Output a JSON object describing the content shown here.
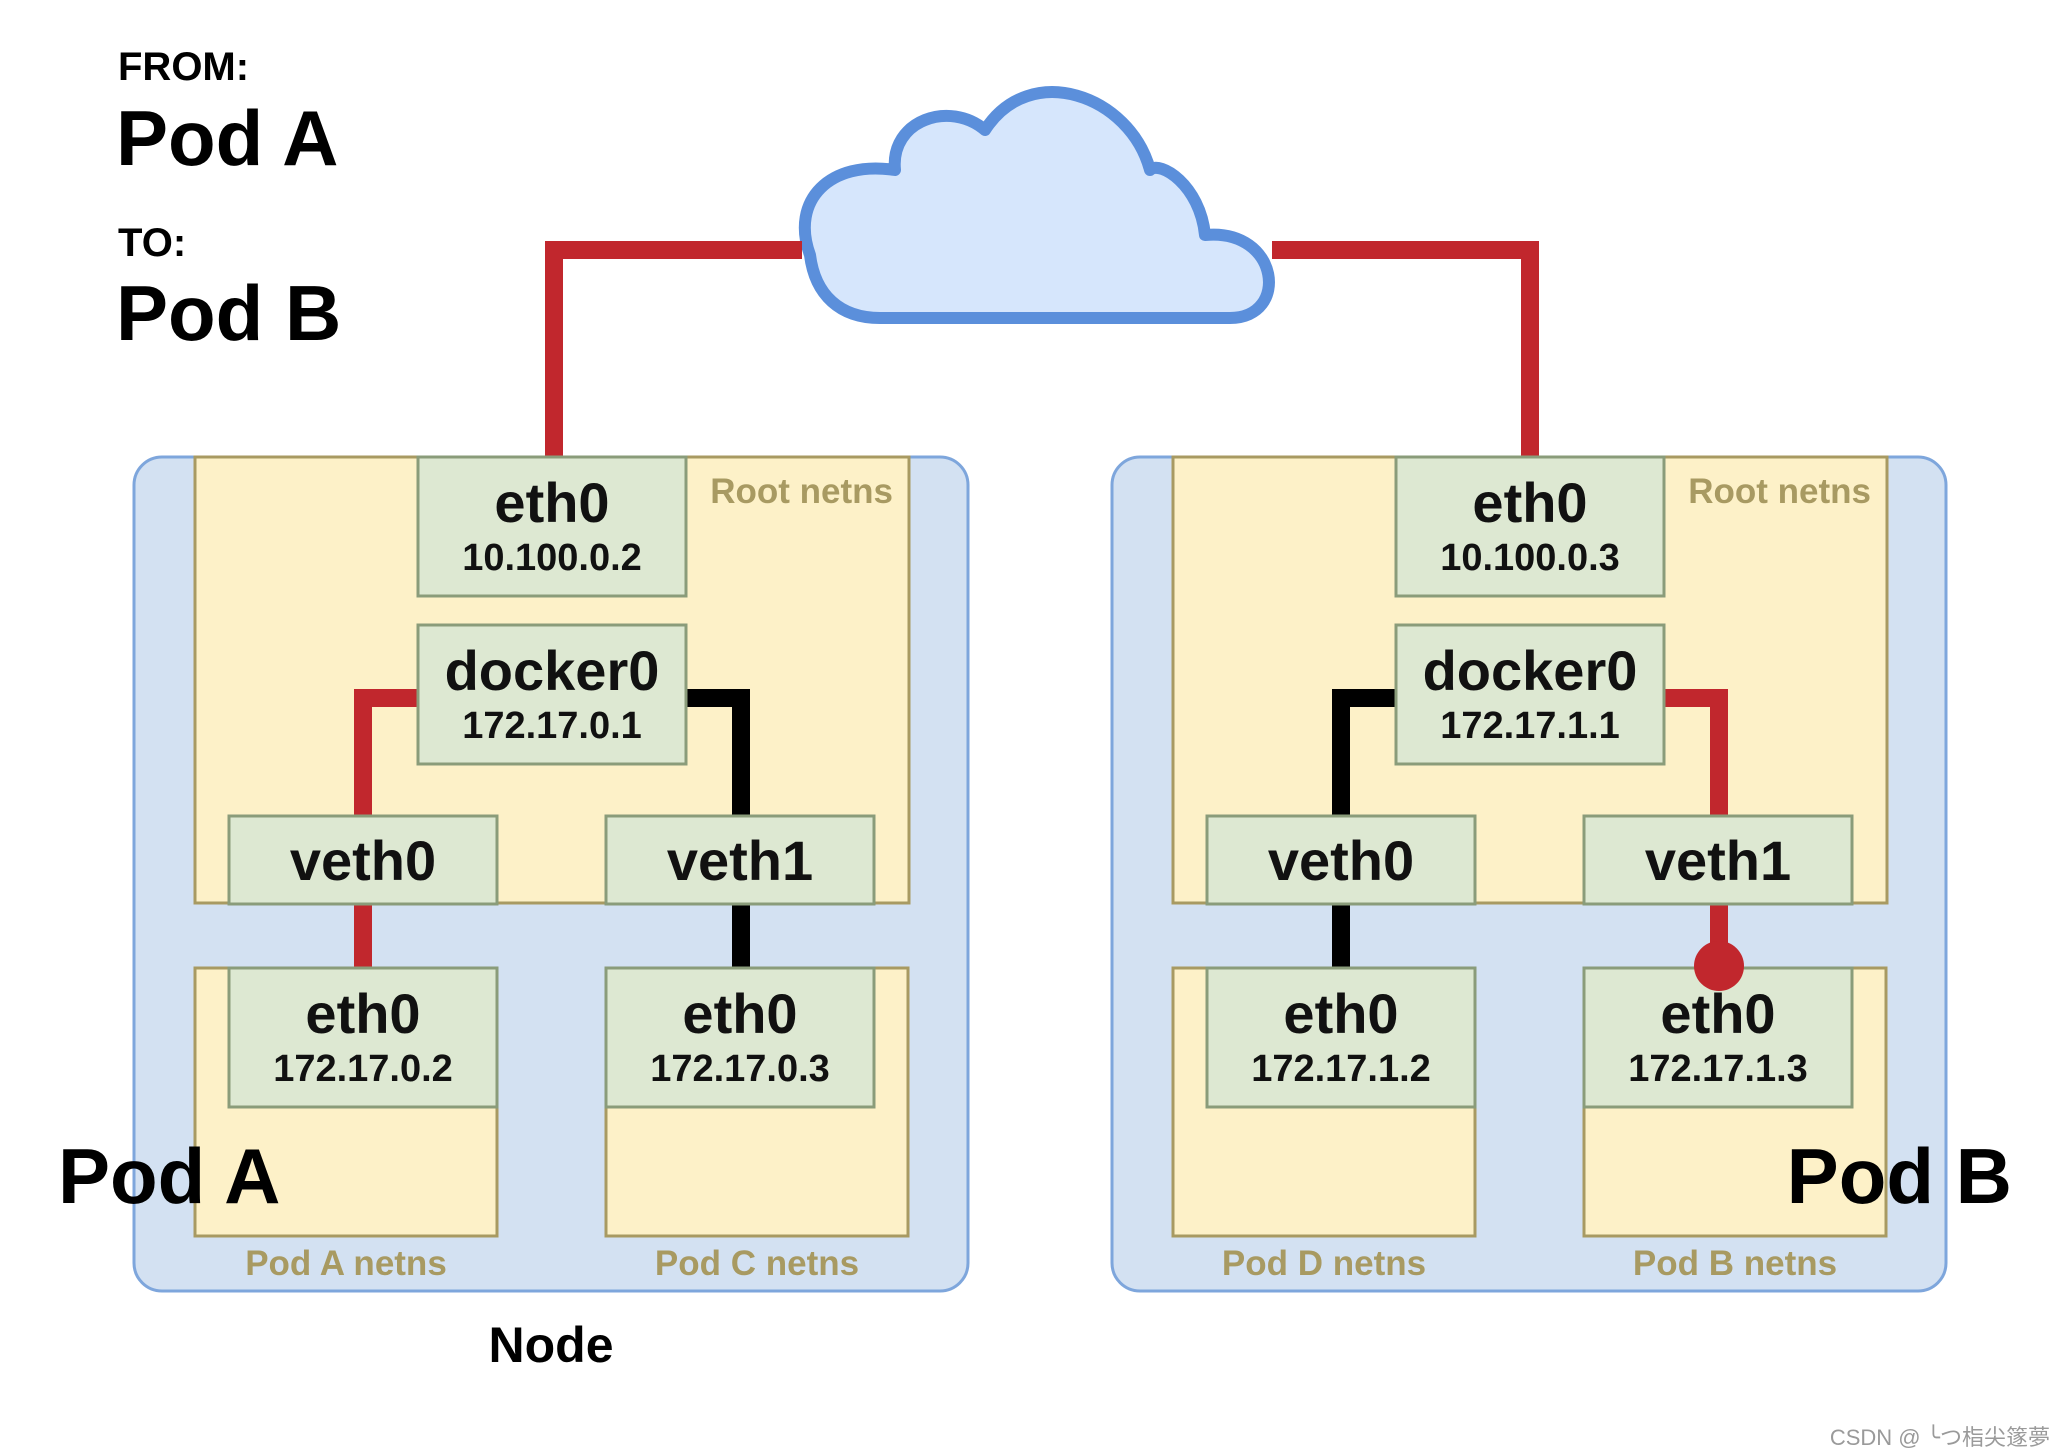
{
  "header": {
    "from_label": "FROM:",
    "from_value": "Pod A",
    "to_label": "TO:",
    "to_value": "Pod B"
  },
  "nodes": [
    {
      "root_ns_label": "Root netns",
      "eth0": {
        "name": "eth0",
        "ip": "10.100.0.2"
      },
      "docker0": {
        "name": "docker0",
        "ip": "172.17.0.1"
      },
      "veth0": {
        "name": "veth0"
      },
      "veth1": {
        "name": "veth1"
      },
      "pod_left": {
        "ns_label": "Pod A netns",
        "eth0_name": "eth0",
        "eth0_ip": "172.17.0.2"
      },
      "pod_right": {
        "ns_label": "Pod C netns",
        "eth0_name": "eth0",
        "eth0_ip": "172.17.0.3"
      },
      "pod_tag": "Pod A",
      "node_label": "Node"
    },
    {
      "root_ns_label": "Root netns",
      "eth0": {
        "name": "eth0",
        "ip": "10.100.0.3"
      },
      "docker0": {
        "name": "docker0",
        "ip": "172.17.1.1"
      },
      "veth0": {
        "name": "veth0"
      },
      "veth1": {
        "name": "veth1"
      },
      "pod_left": {
        "ns_label": "Pod D netns",
        "eth0_name": "eth0",
        "eth0_ip": "172.17.1.2"
      },
      "pod_right": {
        "ns_label": "Pod B netns",
        "eth0_name": "eth0",
        "eth0_ip": "172.17.1.3"
      },
      "pod_tag": "Pod B"
    }
  ],
  "watermark": "CSDN @ ╰つ栺尖篴夢",
  "colors": {
    "path_active": "#c1272d",
    "path_inactive": "#000000",
    "node_bg": "#d3e1f2",
    "node_border": "#7ea6dc",
    "netns_bg": "#fdf1c8",
    "netns_border": "#a89a62",
    "iface_bg": "#dde8d2",
    "iface_border": "#8a9c7a",
    "cloud_fill": "#d6e6fc",
    "cloud_stroke": "#5b8fdb"
  },
  "icons": [
    "cloud-icon"
  ]
}
